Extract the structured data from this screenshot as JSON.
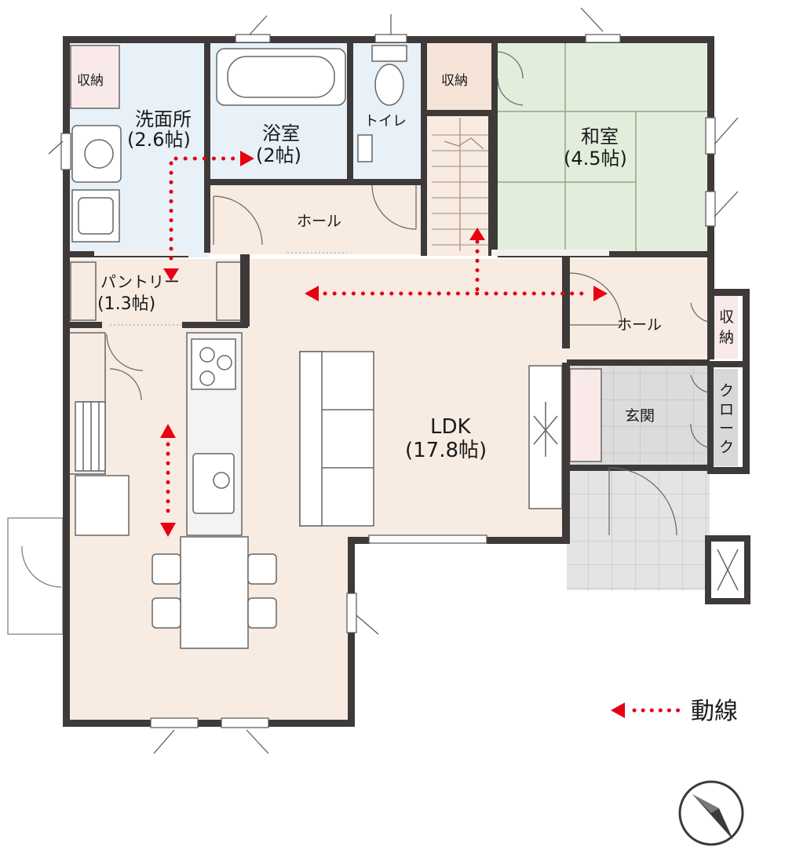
{
  "rooms": {
    "storage_top_left": "収納",
    "washroom_name": "洗面所",
    "washroom_size": "(2.6帖)",
    "bathroom_name": "浴室",
    "bathroom_size": "(2帖)",
    "toilet": "トイレ",
    "storage_top_mid": "収納",
    "japanese_room_name": "和室",
    "japanese_room_size": "(4.5帖)",
    "hall_upper": "ホール",
    "pantry_name": "パントリー",
    "pantry_size": "(1.3帖)",
    "ldk_name": "LDK",
    "ldk_size": "(17.8帖)",
    "hall_right": "ホール",
    "storage_right_chars": [
      "収",
      "納"
    ],
    "entrance": "玄関",
    "cloak_chars": [
      "ク",
      "ロ",
      "ー",
      "ク"
    ]
  },
  "legend": {
    "label": "動線"
  },
  "colors": {
    "wall": "#3e3a39",
    "wet_area": "#e8f1f8",
    "ldk_floor": "#f7ebe2",
    "tatami": "#e2eedb",
    "storage": "#f9e9e9",
    "tile": "#dcdcdc",
    "flow_line": "#e60012"
  },
  "icons": {
    "compass": "compass-north-icon",
    "flow": "flow-arrow-icon"
  }
}
